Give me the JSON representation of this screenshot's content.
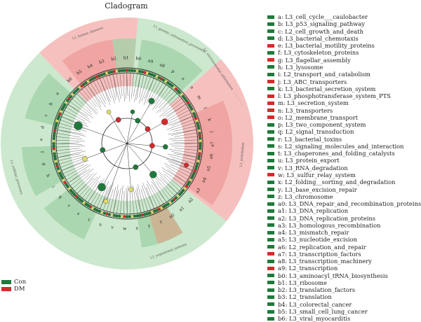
{
  "title": "Cladogram",
  "colors": {
    "con": "#1f7a3a",
    "dm": "#d42b2b",
    "con_light": "#c6e6c9",
    "dm_light": "#f4b9b7",
    "brown": "#c9a582",
    "node_yellow": "#e3dc6a",
    "node_edge": "#333333",
    "line": "#2a2a2a"
  },
  "groups": [
    {
      "label": "Con",
      "class": "con"
    },
    {
      "label": "DM",
      "class": "dm"
    }
  ],
  "legend": [
    {
      "text": "a: L3_cell_cycle___caulobacter",
      "class": "con"
    },
    {
      "text": "b: L3_p53_signaling_pathway",
      "class": "con"
    },
    {
      "text": "c: L2_cell_growth_and_death",
      "class": "con"
    },
    {
      "text": "d: L3_bacterial_chemotaxis",
      "class": "con"
    },
    {
      "text": "e: L3_bacterial_motility_proteins",
      "class": "dm"
    },
    {
      "text": "f: L3_cytoskeleton_proteins",
      "class": "con"
    },
    {
      "text": "g: L3_flagellar_assembly",
      "class": "dm"
    },
    {
      "text": "h: L3_lysosome",
      "class": "con"
    },
    {
      "text": "i: L2_transport_and_catabolism",
      "class": "con"
    },
    {
      "text": "j: L3_ABC_transporters",
      "class": "dm"
    },
    {
      "text": "k: L3_bacterial_secretion_system",
      "class": "con"
    },
    {
      "text": "l: L3_phosphotransferase_system_PTS",
      "class": "dm"
    },
    {
      "text": "m: L3_secretion_system",
      "class": "dm"
    },
    {
      "text": "n: L3_transporters",
      "class": "dm"
    },
    {
      "text": "o: L2_membrane_transport",
      "class": "dm"
    },
    {
      "text": "p: L3_two_component_system",
      "class": "con"
    },
    {
      "text": "q: L2_signal_transduction",
      "class": "con"
    },
    {
      "text": "r: L3_bacterial_toxins",
      "class": "con"
    },
    {
      "text": "s: L2_signaling_molecules_and_interaction",
      "class": "con"
    },
    {
      "text": "t: L3_chaperones_and_folding_catalysts",
      "class": "con"
    },
    {
      "text": "u: L3_protein_export",
      "class": "con"
    },
    {
      "text": "v: L3_RNA_degradation",
      "class": "con"
    },
    {
      "text": "w: L3_sulfur_relay_system",
      "class": "dm"
    },
    {
      "text": "x: L2_folding__sorting_and_degradation",
      "class": "con"
    },
    {
      "text": "y: L3_base_excision_repair",
      "class": "con"
    },
    {
      "text": "z: L3_chromosome",
      "class": "con"
    },
    {
      "text": "a0: L3_DNA_repair_and_recombination_proteins",
      "class": "con"
    },
    {
      "text": "a1: L3_DNA_replication",
      "class": "con"
    },
    {
      "text": "a2: L3_DNA_replication_proteins",
      "class": "con"
    },
    {
      "text": "a3: L3_homologous_recombination",
      "class": "con"
    },
    {
      "text": "a4: L3_mismatch_repair",
      "class": "con"
    },
    {
      "text": "a5: L3_nucleotide_excision",
      "class": "con"
    },
    {
      "text": "a6: L2_replication_and_repair",
      "class": "con"
    },
    {
      "text": "a7: L3_transcription_factors",
      "class": "dm"
    },
    {
      "text": "a8: L3_transcription_machinery",
      "class": "con"
    },
    {
      "text": "a9: L2_transcription",
      "class": "dm"
    },
    {
      "text": "b0: L3_aminoacyl_tRNA_biosynthesis",
      "class": "con"
    },
    {
      "text": "b1: L3_ribosome",
      "class": "con"
    },
    {
      "text": "b2: L3_translation_factors",
      "class": "con"
    },
    {
      "text": "b3: L2_translation",
      "class": "con"
    },
    {
      "text": "b4: L3_colorectal_cancer",
      "class": "con"
    },
    {
      "text": "b5: L3_small_cell_lung_cancer",
      "class": "con"
    },
    {
      "text": "b6: L3_viral_myocarditis",
      "class": "con"
    }
  ],
  "sectors": [
    {
      "label": "L1_human_diseases",
      "class": "dm"
    },
    {
      "label": "L1_genetic_information_processing",
      "class": "con"
    },
    {
      "label": "L1_environmental_information_processing",
      "class": "dm"
    },
    {
      "label": "L1_metabolism",
      "class": "dm"
    },
    {
      "label": "L1_organismal_systems",
      "class": "con"
    },
    {
      "label": "L1_cellular_processes",
      "class": "con"
    }
  ],
  "clade_labels": [
    {
      "text": "b6",
      "class": "con"
    },
    {
      "text": "b5",
      "class": "con"
    },
    {
      "text": "b4",
      "class": "con"
    },
    {
      "text": "b3",
      "class": "con"
    },
    {
      "text": "b2",
      "class": "con"
    },
    {
      "text": "b1",
      "class": "con"
    },
    {
      "text": "b0",
      "class": "con"
    },
    {
      "text": "a9",
      "class": "dm"
    },
    {
      "text": "a8",
      "class": "con"
    },
    {
      "text": "p",
      "class": "con"
    },
    {
      "text": "o",
      "class": "dm"
    },
    {
      "text": "n",
      "class": "dm"
    },
    {
      "text": "m",
      "class": "dm"
    },
    {
      "text": "l",
      "class": "dm"
    },
    {
      "text": "k",
      "class": "con"
    },
    {
      "text": "j",
      "class": "dm"
    },
    {
      "text": "a7",
      "class": "dm"
    },
    {
      "text": "a6",
      "class": "con"
    },
    {
      "text": "a5",
      "class": "con"
    },
    {
      "text": "a4",
      "class": "con"
    },
    {
      "text": "a3",
      "class": "con"
    },
    {
      "text": "a2",
      "class": "con"
    },
    {
      "text": "a1",
      "class": "con"
    },
    {
      "text": "a0",
      "class": "con"
    },
    {
      "text": "z",
      "class": "con"
    },
    {
      "text": "y",
      "class": "con"
    },
    {
      "text": "x",
      "class": "con"
    },
    {
      "text": "w",
      "class": "dm"
    },
    {
      "text": "v",
      "class": "con"
    },
    {
      "text": "u",
      "class": "con"
    },
    {
      "text": "t",
      "class": "con"
    },
    {
      "text": "s",
      "class": "con"
    },
    {
      "text": "r",
      "class": "con"
    },
    {
      "text": "q",
      "class": "con"
    },
    {
      "text": "i",
      "class": "con"
    },
    {
      "text": "h",
      "class": "con"
    },
    {
      "text": "g",
      "class": "dm"
    },
    {
      "text": "f",
      "class": "con"
    },
    {
      "text": "e",
      "class": "dm"
    },
    {
      "text": "d",
      "class": "con"
    },
    {
      "text": "c",
      "class": "con"
    },
    {
      "text": "b",
      "class": "con"
    },
    {
      "text": "a",
      "class": "con"
    }
  ]
}
